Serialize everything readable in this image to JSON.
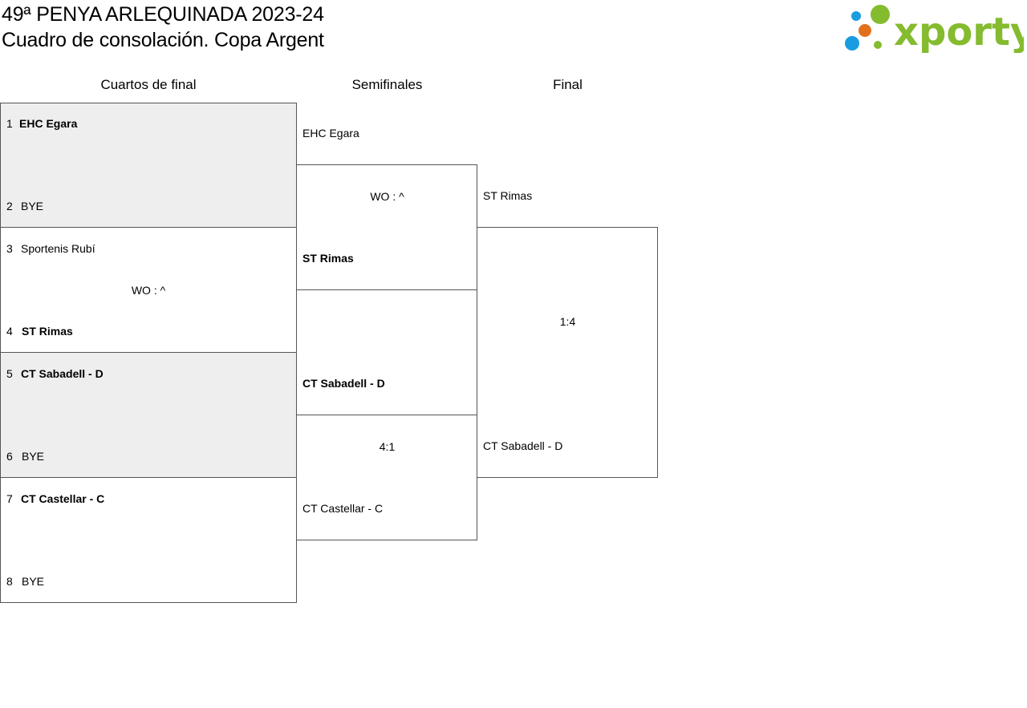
{
  "header": {
    "title_line1": "49ª PENYA ARLEQUINADA 2023-24",
    "title_line2": "Cuadro de consolación. Copa Argent",
    "logo_text": "xporty",
    "logo_colors": {
      "blue": "#1a9de0",
      "orange": "#e2711d",
      "green": "#85bb2f"
    }
  },
  "rounds": {
    "quarterfinals": "Cuartos de final",
    "semifinals": "Semifinales",
    "final": "Final"
  },
  "quarterfinals": [
    {
      "p1": {
        "seed": "1",
        "name": "EHC Egara"
      },
      "p2": {
        "seed": "2",
        "name": "BYE"
      },
      "score": ""
    },
    {
      "p1": {
        "seed": "3",
        "name": "Sportenis Rubí"
      },
      "p2": {
        "seed": "4",
        "name": "ST Rimas"
      },
      "score": "WO : ^"
    },
    {
      "p1": {
        "seed": "5",
        "name": "CT Sabadell - D"
      },
      "p2": {
        "seed": "6",
        "name": "BYE"
      },
      "score": ""
    },
    {
      "p1": {
        "seed": "7",
        "name": "CT Castellar - C"
      },
      "p2": {
        "seed": "8",
        "name": "BYE"
      },
      "score": ""
    }
  ],
  "semifinals": [
    {
      "p1": "EHC Egara",
      "p2": "ST Rimas",
      "score": "WO : ^"
    },
    {
      "p1": "CT Sabadell - D",
      "p2": "CT Castellar - C",
      "score": "4:1"
    }
  ],
  "final": {
    "p1": "ST Rimas",
    "p2": "CT Sabadell - D",
    "score": "1:4"
  }
}
